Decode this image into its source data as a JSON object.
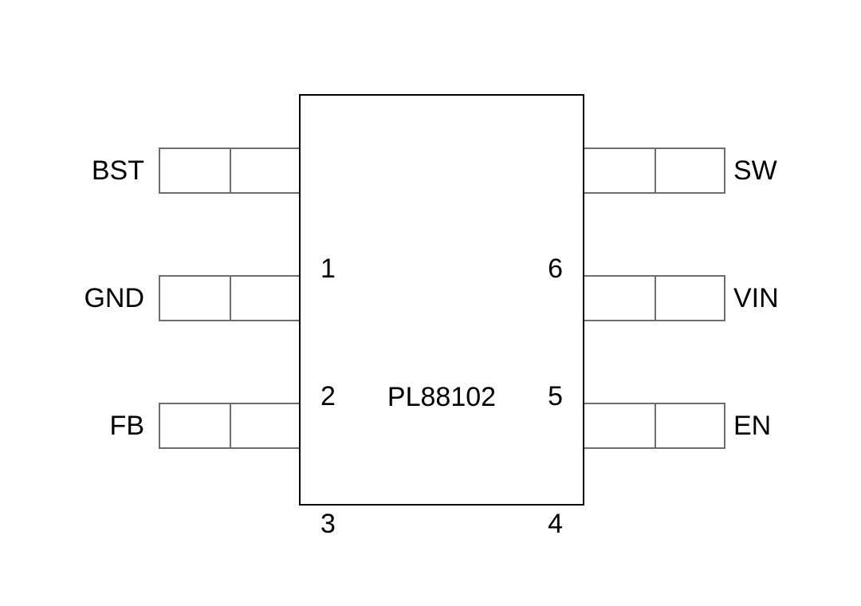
{
  "diagram": {
    "part_number": "PL88102",
    "package_style": "6-pin small-outline IC pinout",
    "body_color": "#000000",
    "lead_color": "#6e6e6e",
    "background_color": "#ffffff",
    "pins": {
      "left": [
        {
          "number": "1",
          "label": "BST",
          "row": 0
        },
        {
          "number": "2",
          "label": "GND",
          "row": 1
        },
        {
          "number": "3",
          "label": "FB",
          "row": 2
        }
      ],
      "right": [
        {
          "number": "6",
          "label": "SW",
          "row": 0
        },
        {
          "number": "5",
          "label": "VIN",
          "row": 1
        },
        {
          "number": "4",
          "label": "EN",
          "row": 2
        }
      ]
    }
  }
}
